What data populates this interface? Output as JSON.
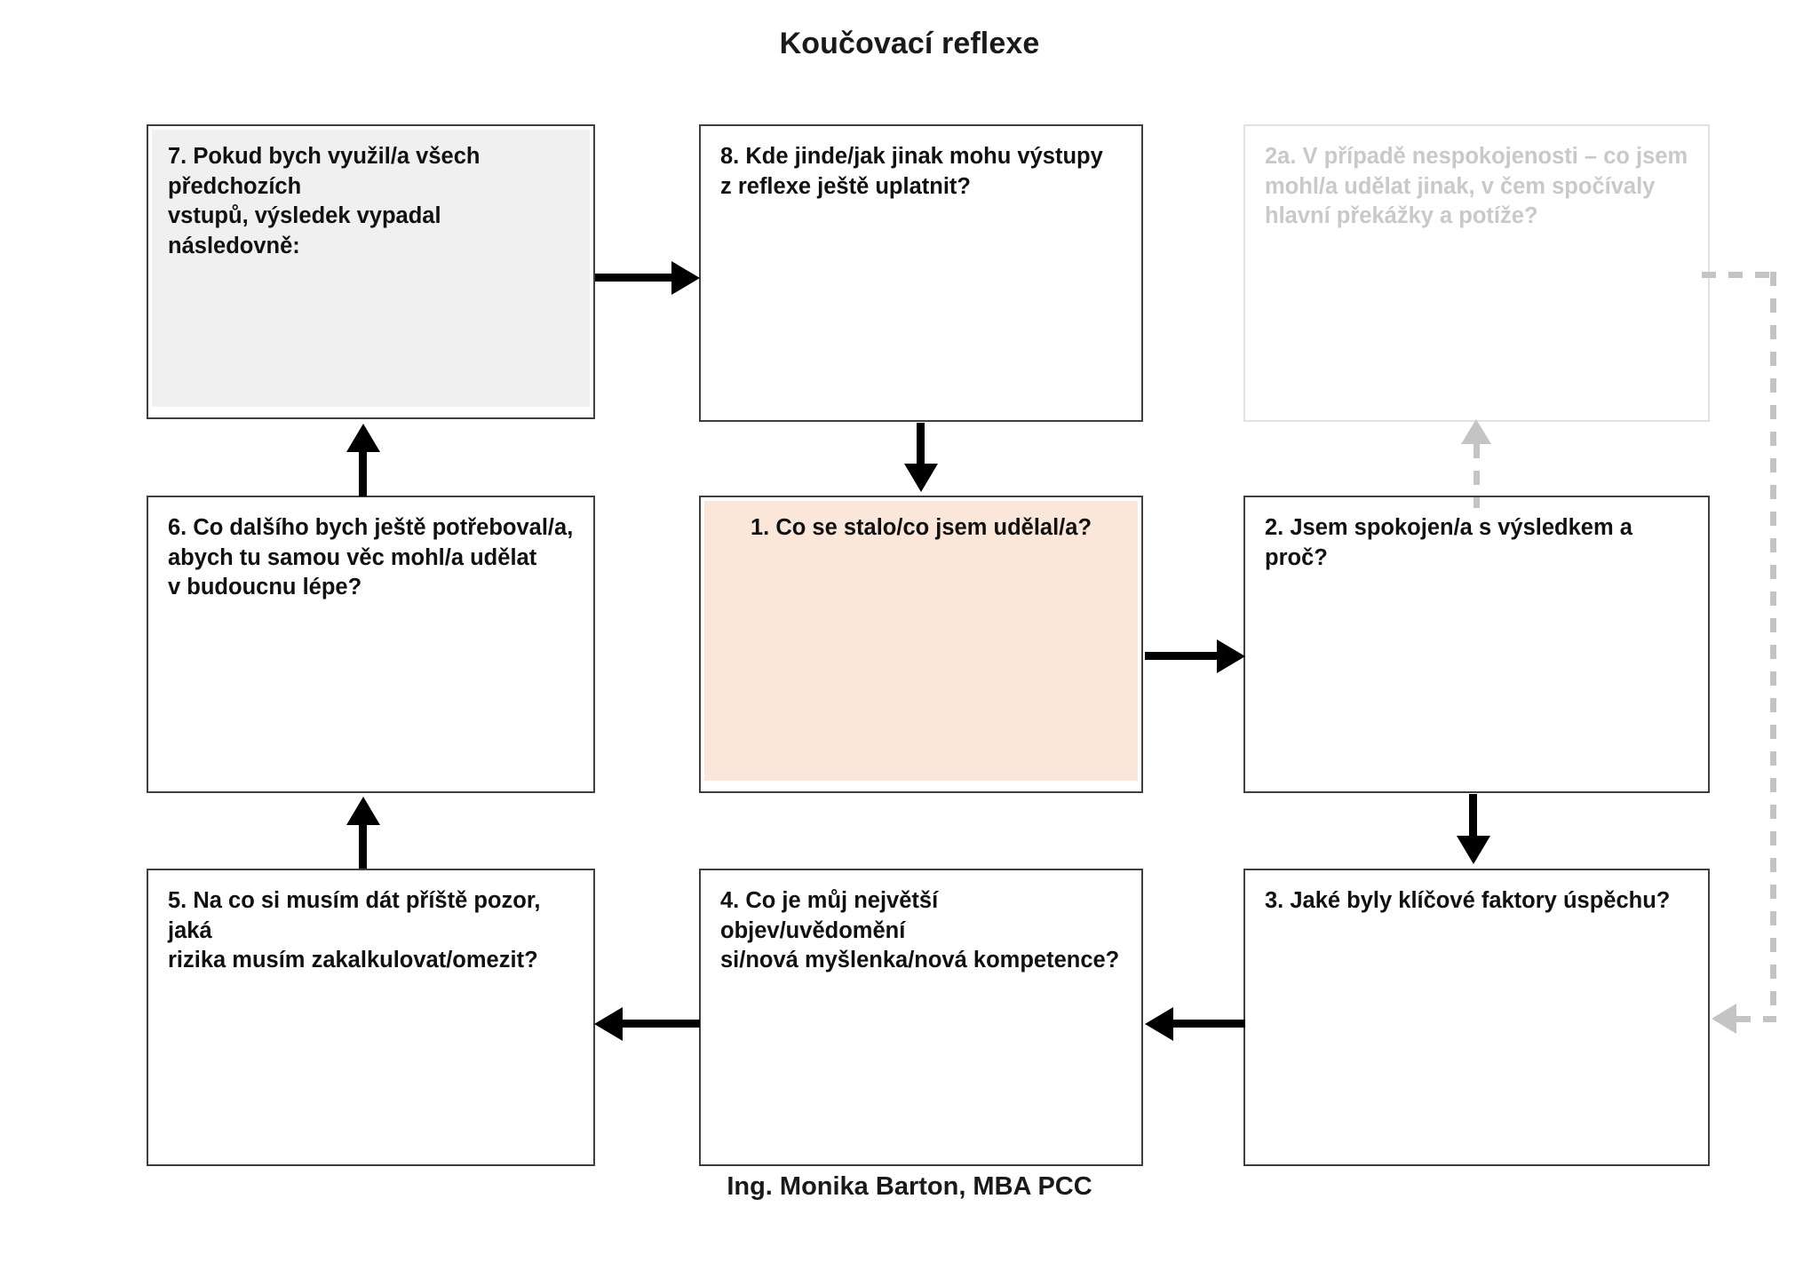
{
  "page": {
    "title": "Koučovací reflexe",
    "footer": "Ing. Monika Barton, MBA PCC",
    "background": "#ffffff"
  },
  "colors": {
    "highlight_peach": "#fbe7da",
    "highlight_grey": "#f0f0f0",
    "box_border": "#3f3f3f",
    "dimmed_border": "#e2e2e2",
    "dimmed_text": "#c9c9c9",
    "arrow_black": "#000000",
    "arrow_grey_dashed": "#c4c4c4"
  },
  "boxes": [
    {
      "id": "box-7",
      "number": "7",
      "text": "7. Pokud bych využil/a všech předchozích\nvstupů, výsledek vypadal následovně:",
      "state": "highlighted-grey",
      "align": "left"
    },
    {
      "id": "box-8",
      "number": "8",
      "text": "8. Kde jinde/jak jinak mohu výstupy\nz reflexe ještě uplatnit?",
      "state": "normal",
      "align": "left"
    },
    {
      "id": "box-2a",
      "number": "2a",
      "text": "2a. V případě nespokojenosti – co jsem\nmohl/a udělat jinak, v čem spočívaly\nhlavní překážky a potíže?",
      "state": "dimmed",
      "align": "left"
    },
    {
      "id": "box-6",
      "number": "6",
      "text": "6. Co dalšího bych ještě potřeboval/a,\nabych tu samou věc mohl/a udělat\nv budoucnu lépe?",
      "state": "normal",
      "align": "left"
    },
    {
      "id": "box-1",
      "number": "1",
      "text": "1. Co se stalo/co jsem udělal/a?",
      "state": "highlighted-peach",
      "align": "center"
    },
    {
      "id": "box-2",
      "number": "2",
      "text": "2. Jsem spokojen/a s výsledkem a proč?",
      "state": "normal",
      "align": "left"
    },
    {
      "id": "box-5",
      "number": "5",
      "text": "5. Na co si musím dát příště pozor, jaká\nrizika musím zakalkulovat/omezit?",
      "state": "normal",
      "align": "left"
    },
    {
      "id": "box-4",
      "number": "4",
      "text": "4. Co je můj největší objev/uvědomění\nsi/nová myšlenka/nová kompetence?",
      "state": "normal",
      "align": "left"
    },
    {
      "id": "box-3",
      "number": "3",
      "text": "3. Jaké byly klíčové faktory úspěchu?",
      "state": "normal",
      "align": "left"
    }
  ],
  "arrows": [
    {
      "id": "arrow-7-to-8",
      "from": "box-7",
      "to": "box-8",
      "direction": "right",
      "style": "solid-black"
    },
    {
      "id": "arrow-8-to-1",
      "from": "box-8",
      "to": "box-1",
      "direction": "down",
      "style": "solid-black"
    },
    {
      "id": "arrow-1-to-2",
      "from": "box-1",
      "to": "box-2",
      "direction": "right",
      "style": "solid-black"
    },
    {
      "id": "arrow-2-to-3",
      "from": "box-2",
      "to": "box-3",
      "direction": "down",
      "style": "solid-black"
    },
    {
      "id": "arrow-3-to-4",
      "from": "box-3",
      "to": "box-4",
      "direction": "left",
      "style": "solid-black"
    },
    {
      "id": "arrow-4-to-5",
      "from": "box-4",
      "to": "box-5",
      "direction": "left",
      "style": "solid-black"
    },
    {
      "id": "arrow-5-to-6",
      "from": "box-5",
      "to": "box-6",
      "direction": "up",
      "style": "solid-black"
    },
    {
      "id": "arrow-6-to-7",
      "from": "box-6",
      "to": "box-7",
      "direction": "up",
      "style": "solid-black"
    },
    {
      "id": "arrow-3-to-2a",
      "from": "box-3",
      "to": "box-2a",
      "direction": "up",
      "style": "dashed-grey"
    }
  ]
}
